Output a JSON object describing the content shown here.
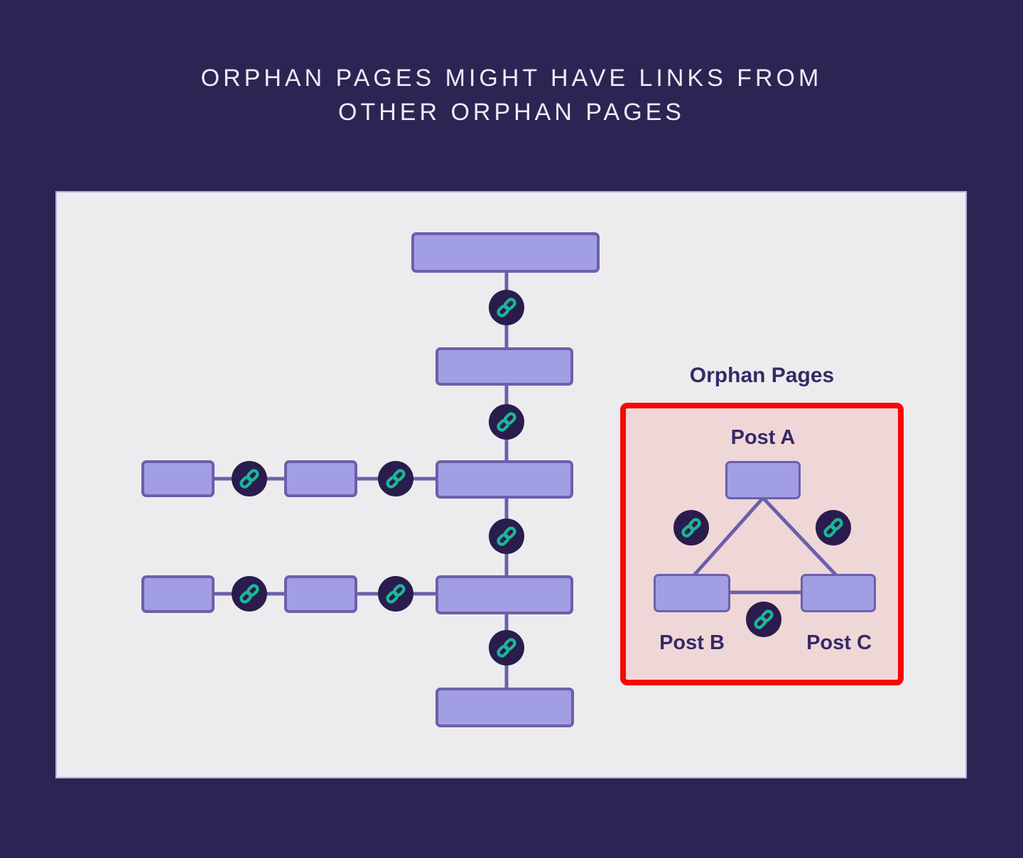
{
  "title": {
    "line1": "ORPHAN PAGES MIGHT HAVE LINKS FROM",
    "line2": "OTHER ORPHAN PAGES"
  },
  "orphan_section": {
    "heading": "Orphan Pages",
    "post_a": "Post A",
    "post_b": "Post B",
    "post_c": "Post C"
  },
  "icons": {
    "link": "chain-link-icon"
  },
  "colors": {
    "background": "#2e2453",
    "panel": "#ececee",
    "node_fill": "#a29ee3",
    "node_border": "#6c5fab",
    "connector": "#6c5fab",
    "link_dot": "#2a1c4d",
    "link_glyph": "#1bb699",
    "orphan_box_border": "#f70707",
    "orphan_box_fill": "#efd7d8",
    "title_text": "#edebf5",
    "label_text": "#362a66"
  },
  "structure": {
    "main_chain": {
      "levels": 5,
      "link_icons_between_levels": 4
    },
    "side_branches": [
      {
        "row": 1,
        "boxes": 2,
        "link_icons": 2,
        "connects_to": "main chain level 3"
      },
      {
        "row": 2,
        "boxes": 2,
        "link_icons": 2,
        "connects_to": "main chain level 4"
      }
    ],
    "orphan_cluster": {
      "nodes": [
        "Post A",
        "Post B",
        "Post C"
      ],
      "links": [
        "Post A - Post B",
        "Post A - Post C",
        "Post B - Post C"
      ],
      "isolated_from_main_site": true
    }
  }
}
